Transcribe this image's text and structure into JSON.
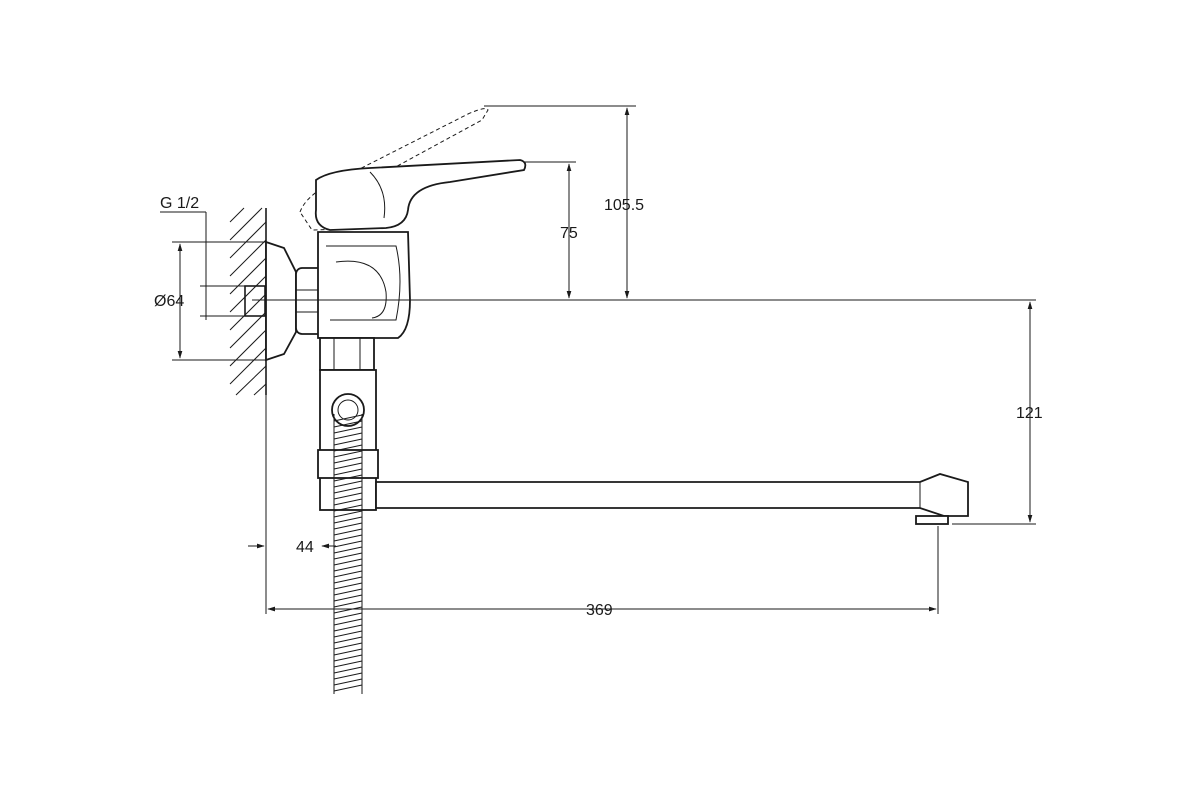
{
  "drawing": {
    "thread_label": "G 1/2",
    "diameter_label": "Ø64",
    "dims": {
      "handle_height_raised": "105.5",
      "handle_height": "75",
      "spout_drop": "121",
      "wall_offset": "44",
      "spout_reach": "369"
    }
  }
}
